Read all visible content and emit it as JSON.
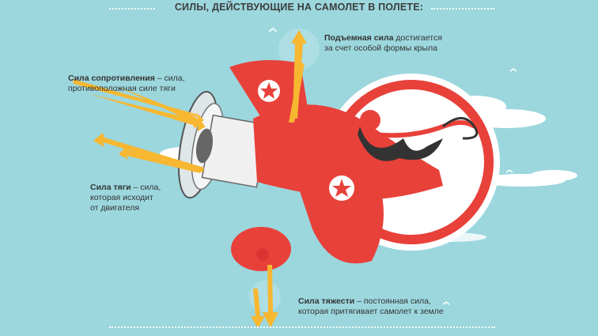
{
  "title": "СИЛЫ, ДЕЙСТВУЮЩИЕ НА САМОЛЕТ В ПОЛЕТЕ:",
  "forces": {
    "lift": {
      "name": "Подъемная сила",
      "text1": " достигается",
      "text2": "за счет особой формы крыла"
    },
    "drag": {
      "name": "Сила сопротивления",
      "text1": " – сила,",
      "text2": "противоположная силе тяги"
    },
    "thrust": {
      "name": "Сила тяги",
      "text1": " – сила,",
      "text2": "которая исходит",
      "text3": "от двигателя"
    },
    "gravity": {
      "name": "Сила тяжести",
      "text1": " – постоянная сила,",
      "text2": "которая притягивает самолет к земле"
    }
  },
  "colors": {
    "background": "#9cd7de",
    "plane_red": "#e8413a",
    "arrow_yellow": "#f7b731",
    "text": "#333333"
  },
  "icons": {
    "plane": "airplane-illustration",
    "star": "star-icon"
  }
}
